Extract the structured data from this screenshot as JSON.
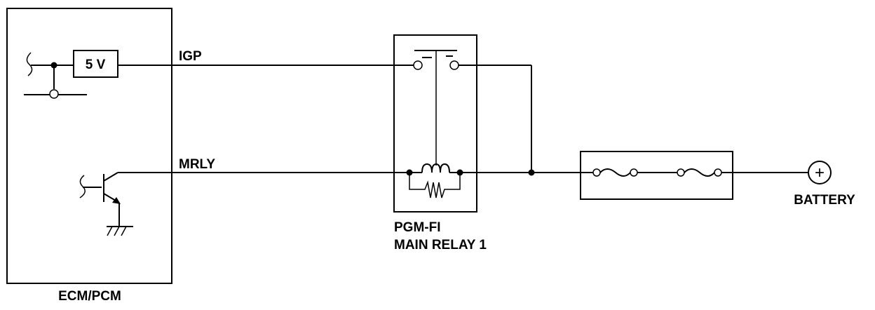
{
  "diagram": {
    "ecm_label": "ECM/PCM",
    "voltage_label": "5 V",
    "igp_label": "IGP",
    "mrly_label": "MRLY",
    "relay_label_line1": "PGM-FI",
    "relay_label_line2": "MAIN RELAY 1",
    "battery_label": "BATTERY",
    "battery_symbol": "+",
    "line_color": "#000000",
    "background_color": "#ffffff"
  }
}
